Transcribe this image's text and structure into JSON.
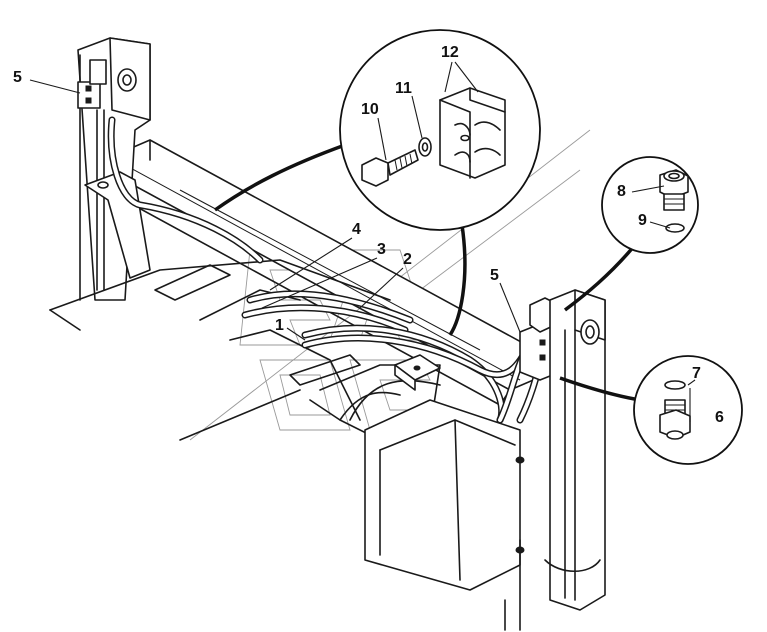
{
  "diagram": {
    "labels": [
      {
        "id": "5a",
        "text": "5"
      },
      {
        "id": "12",
        "text": "12"
      },
      {
        "id": "11",
        "text": "11"
      },
      {
        "id": "10",
        "text": "10"
      },
      {
        "id": "8",
        "text": "8"
      },
      {
        "id": "9",
        "text": "9"
      },
      {
        "id": "4",
        "text": "4"
      },
      {
        "id": "3",
        "text": "3"
      },
      {
        "id": "2",
        "text": "2"
      },
      {
        "id": "1",
        "text": "1"
      },
      {
        "id": "5b",
        "text": "5"
      },
      {
        "id": "7",
        "text": "7"
      },
      {
        "id": "6",
        "text": "6"
      }
    ]
  }
}
